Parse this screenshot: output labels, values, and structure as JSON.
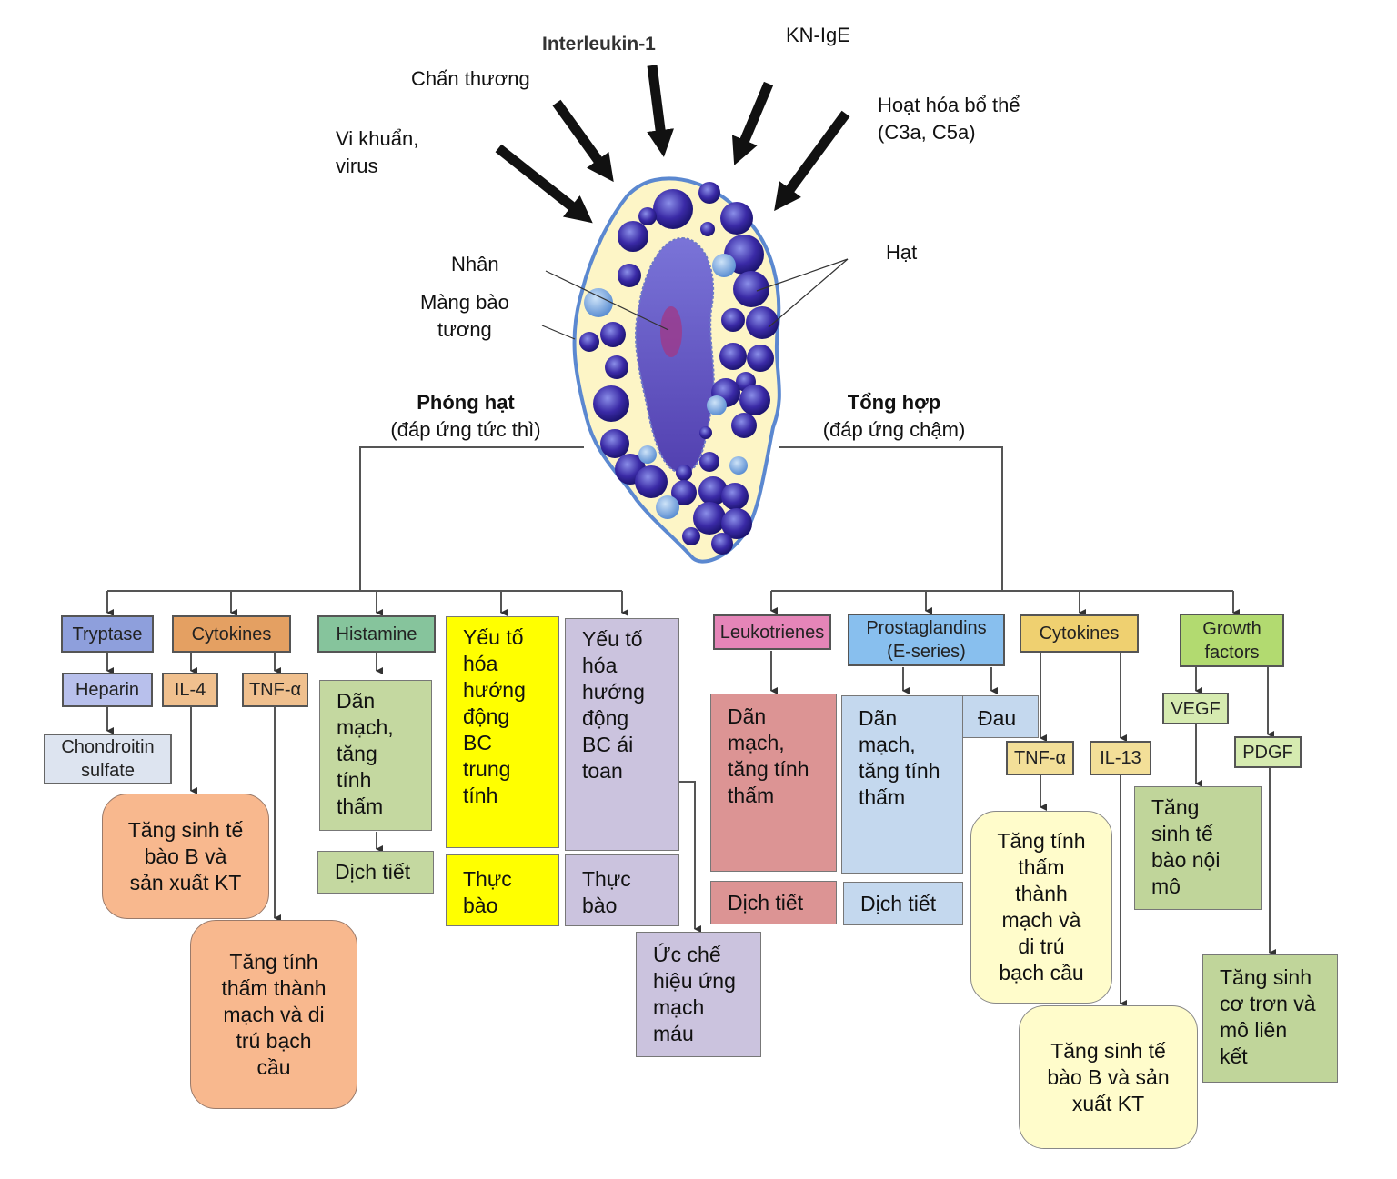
{
  "triggers": {
    "bacteria": "Vi khuẩn,\nvirus",
    "injury": "Chấn thương",
    "interleukin": "Interleukin-1",
    "antigen_ige": "KN-IgE",
    "complement": "Hoạt hóa bổ thể\n(C3a, C5a)"
  },
  "cell_labels": {
    "nucleus": "Nhân",
    "membrane": "Màng bào\ntương",
    "granules": "Hạt"
  },
  "branches": {
    "left_title": "Phóng hạt",
    "left_sub": "(đáp ứng tức thì)",
    "right_title": "Tổng hợp",
    "right_sub": "(đáp ứng chậm)"
  },
  "left": {
    "tryptase": "Tryptase",
    "heparin": "Heparin",
    "chondroitin": "Chondroitin\nsulfate",
    "cytokines": "Cytokines",
    "il4": "IL-4",
    "tnf": "TNF-α",
    "il4_effect": "Tăng sinh tế\nbào B và\nsản xuất KT",
    "tnf_effect": "Tăng tính\nthấm thành\nmạch và di\ntrú bạch\ncầu",
    "histamine": "Histamine",
    "histamine_effect": "Dãn\nmạch,\ntăng\ntính\nthấm",
    "histamine_secretion": "Dịch tiết",
    "neutrophil_factor": "Yếu tố\nhóa\nhướng\nđộng\nBC\ntrung\ntính",
    "neutrophil_effect": "Thực\nbào",
    "eosinophil_factor": "Yếu tố\nhóa\nhướng\nđộng\nBC ái\ntoan",
    "eosinophil_effect": "Thực\nbào",
    "vascular_inhibit": "Ức chế\nhiệu ứng\nmạch\nmáu"
  },
  "right": {
    "leukotrienes": "Leukotrienes",
    "leuko_effect": "Dãn\nmạch,\ntăng tính\nthấm",
    "leuko_secretion": "Dịch tiết",
    "prostaglandins": "Prostaglandins\n(E-series)",
    "prosta_effect": "Dãn\nmạch,\ntăng tính\nthấm",
    "prosta_pain": "Đau",
    "prosta_secretion": "Dịch tiết",
    "cytokines": "Cytokines",
    "tnf": "TNF-α",
    "il13": "IL-13",
    "tnf_effect": "Tăng tính\nthấm\nthành\nmạch và\ndi trú\nbạch cầu",
    "il13_effect": "Tăng sinh tế\nbào B và sản\nxuất KT",
    "growth": "Growth\nfactors",
    "vegf": "VEGF",
    "pdgf": "PDGF",
    "vegf_effect": "Tăng\nsinh tế\nbào nội\nmô",
    "pdgf_effect": "Tăng sinh\ncơ trơn và\nmô liên\nkết"
  },
  "colors": {
    "tryptase": "#8e9fdc",
    "heparin": "#b8c0ec",
    "chondroitin": "#dde4f0",
    "cytokines_left": "#e4a062",
    "cytokines_left_light": "#f0c08e",
    "effect_orange": "#f8b88e",
    "histamine": "#86c49c",
    "green_box": "#c4d8a0",
    "yellow": "#ffff00",
    "lavender": "#cbc3de",
    "leukotrienes": "#e585b8",
    "red_box": "#dc9494",
    "prostaglandins": "#88bfee",
    "blue_box": "#c4d8ee",
    "cytokines_right": "#efd070",
    "cytokines_right_light": "#f3df98",
    "cream": "#fffccb",
    "growth": "#b2da70",
    "growth_light": "#d6ebb0",
    "olive_box": "#c0d59a"
  }
}
